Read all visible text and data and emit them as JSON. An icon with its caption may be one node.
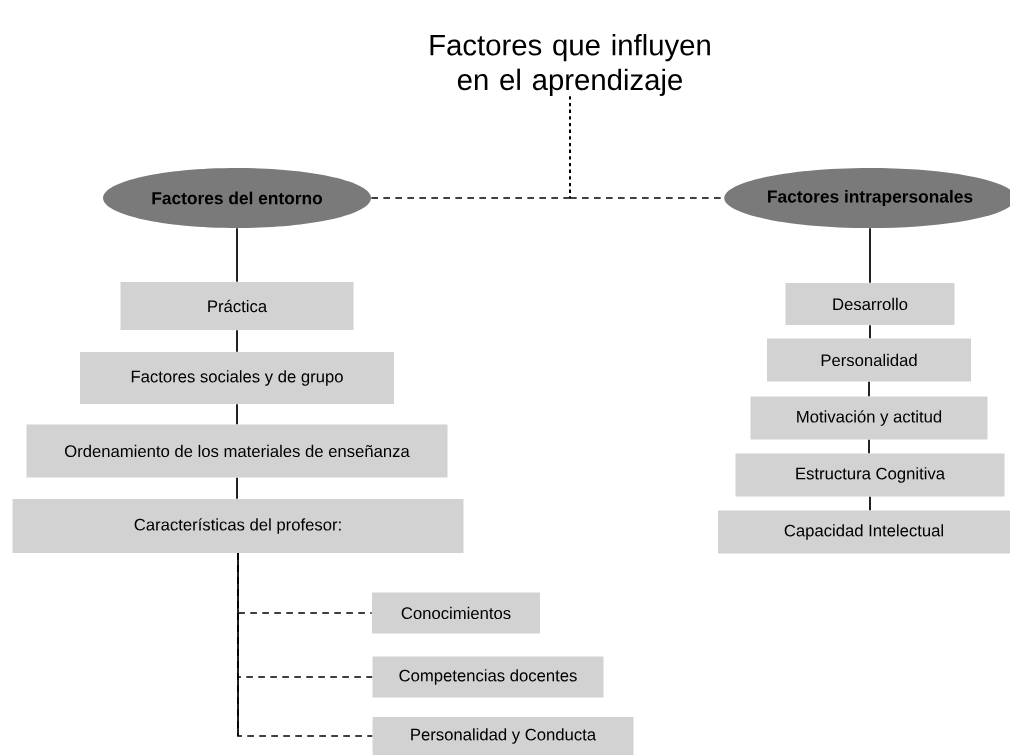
{
  "diagram": {
    "nodes": [
      {
        "text": [
          "Factores que influyen en el aprendizaje"
        ]
      },
      {
        "text": [
          "Factores del entorno"
        ]
      },
      {
        "text": [
          "Factores intrapersonales"
        ]
      },
      {
        "text": [
          "Práctica"
        ]
      },
      {
        "text": [
          "Factores sociales y de grupo"
        ]
      },
      {
        "text": [
          "Ordenamiento de los materiales de enseñanza"
        ]
      },
      {
        "text": [
          "Características del profesor:"
        ]
      },
      {
        "text": [
          "Conocimientos"
        ]
      },
      {
        "text": [
          "Competencias docentes"
        ]
      },
      {
        "text": [
          "Personalidad y Conducta"
        ]
      },
      {
        "text": [
          "Desarrollo"
        ]
      },
      {
        "text": [
          "Personalidad"
        ]
      },
      {
        "text": [
          "Motivación y actitud"
        ]
      },
      {
        "text": [
          "Estructura Cognitiva"
        ]
      },
      {
        "text": [
          "Capacidad Intelectual"
        ]
      }
    ],
    "edges": [
      {
        "from": 0,
        "to": 1,
        "arrow": "none",
        "style": "dashed"
      },
      {
        "from": 0,
        "to": 2,
        "arrow": "none",
        "style": "dashed"
      },
      {
        "from": 1,
        "to": 3,
        "arrow": "none"
      },
      {
        "from": 3,
        "to": 4,
        "arrow": "none"
      },
      {
        "from": 4,
        "to": 5,
        "arrow": "none"
      },
      {
        "from": 5,
        "to": 6,
        "arrow": "none"
      },
      {
        "from": 6,
        "to": 7,
        "arrow": "none",
        "style": "dashed"
      },
      {
        "from": 6,
        "to": 8,
        "arrow": "none",
        "style": "dashed"
      },
      {
        "from": 6,
        "to": 9,
        "arrow": "none",
        "style": "dashed"
      },
      {
        "from": 2,
        "to": 10,
        "arrow": "none"
      },
      {
        "from": 10,
        "to": 11,
        "arrow": "none"
      },
      {
        "from": 11,
        "to": 12,
        "arrow": "none"
      },
      {
        "from": 12,
        "to": 13,
        "arrow": "none"
      },
      {
        "from": 13,
        "to": 14,
        "arrow": "none"
      }
    ]
  }
}
